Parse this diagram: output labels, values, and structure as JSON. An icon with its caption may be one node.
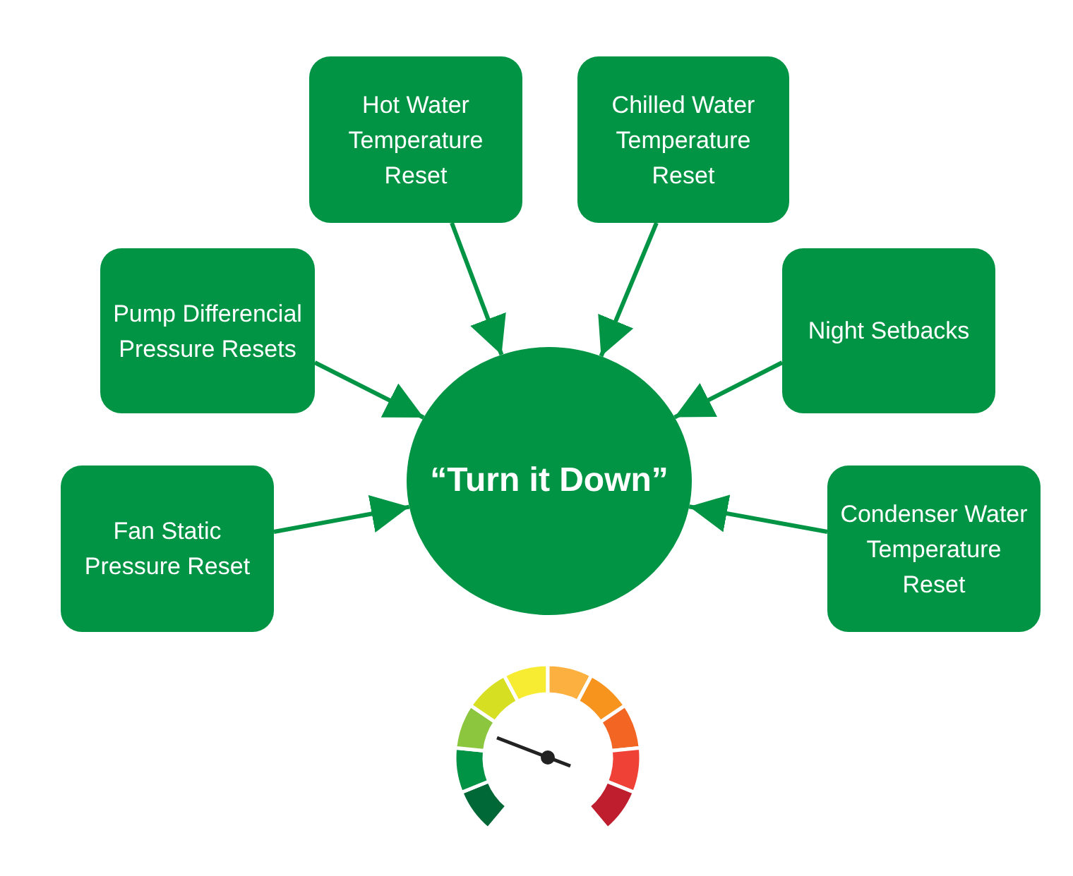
{
  "diagram": {
    "nodes": [
      {
        "text": [
          "Hot Water Temperature Reset"
        ]
      },
      {
        "text": [
          "Chilled Water Temperature Reset"
        ]
      },
      {
        "text": [
          "Pump Differencial Pressure Resets"
        ]
      },
      {
        "text": [
          "Night Setbacks"
        ]
      },
      {
        "text": [
          "Fan Static Pressure Reset"
        ]
      },
      {
        "text": [
          "“Turn it Down”"
        ]
      },
      {
        "text": [
          "Condenser Water Temperature Reset"
        ]
      }
    ],
    "edges": [
      {
        "from": 0,
        "to": 5,
        "arrow": "to"
      },
      {
        "from": 1,
        "to": 5,
        "arrow": "to"
      },
      {
        "from": 2,
        "to": 5,
        "arrow": "to"
      },
      {
        "from": 3,
        "to": 5,
        "arrow": "to"
      },
      {
        "from": 4,
        "to": 5,
        "arrow": "to"
      },
      {
        "from": 6,
        "to": 5,
        "arrow": "to"
      }
    ]
  }
}
